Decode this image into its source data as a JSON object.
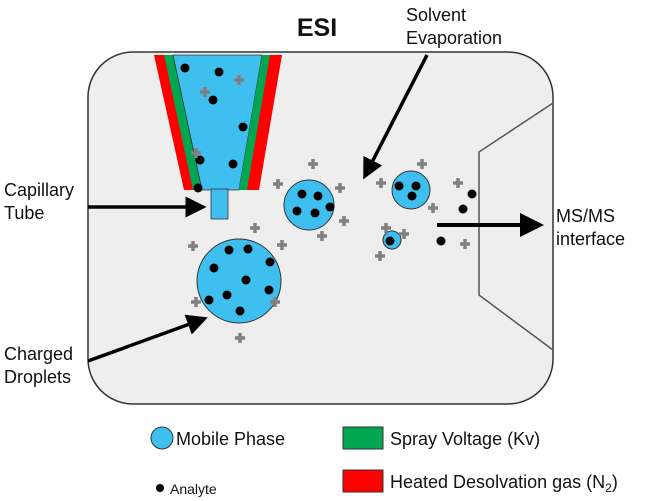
{
  "title": "ESI",
  "labels": {
    "solvent_line1": "Solvent",
    "solvent_line2": "Evaporation",
    "capillary_line1": "Capillary",
    "capillary_line2": "Tube",
    "msms_line1": "MS/MS",
    "msms_line2": "interface",
    "droplets_line1": "Charged",
    "droplets_line2": "Droplets"
  },
  "legend": {
    "mobile_phase": "Mobile Phase",
    "analyte": "Analyte",
    "spray_voltage": "Spray Voltage (Kv)",
    "heated_gas_main": "Heated Desolvation gas (N",
    "heated_gas_sub": "2",
    "heated_gas_end": ")"
  },
  "colors": {
    "mobile_phase": "#3fbfef",
    "spray_voltage": "#00a650",
    "heated_gas": "#ff0000",
    "chamber": "#eeeeee",
    "charge": "#808080",
    "analyte": "#000000"
  }
}
